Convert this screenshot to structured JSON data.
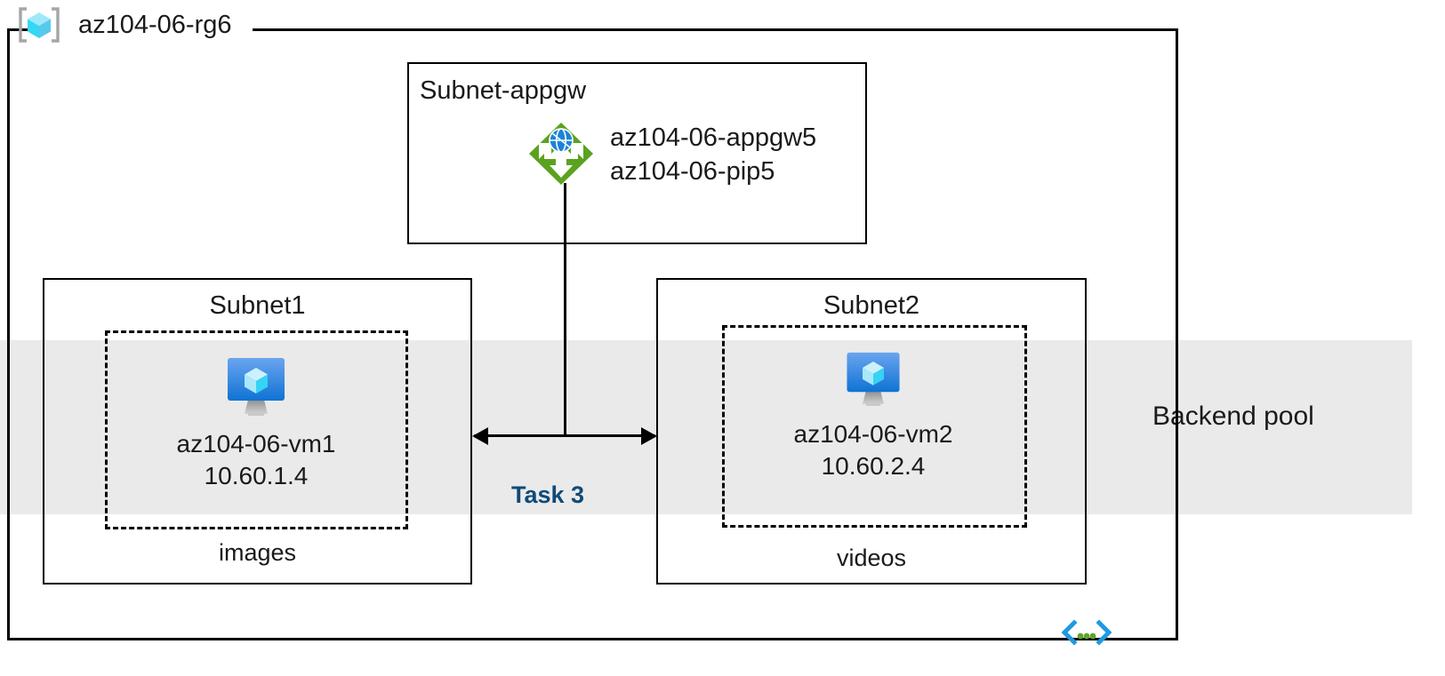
{
  "diagram": {
    "resource_group": {
      "name": "az104-06-rg6",
      "icon": "resource-group-cube-icon"
    },
    "subnet_appgw": {
      "label": "Subnet-appgw",
      "gateway": {
        "icon": "application-gateway-icon",
        "lines": [
          "az104-06-appgw5",
          "az104-06-pip5"
        ]
      }
    },
    "subnet1": {
      "label": "Subnet1",
      "sub_label": "images",
      "vm": {
        "icon": "virtual-machine-icon",
        "name": "az104-06-vm1",
        "ip": "10.60.1.4"
      }
    },
    "subnet2": {
      "label": "Subnet2",
      "sub_label": "videos",
      "vm": {
        "icon": "virtual-machine-icon",
        "name": "az104-06-vm2",
        "ip": "10.60.2.4"
      }
    },
    "backend_pool": {
      "label": "Backend pool",
      "band_color": "#eaeaea"
    },
    "task_marker": {
      "label": "Task 3",
      "color": "#0f4a78"
    },
    "code_icon": {
      "name": "code-brackets-icon",
      "bracket_color": "#1f9ae0",
      "dot_color": "#5ca52b"
    },
    "colors": {
      "appgw_green": "#5aa220",
      "vm_blue": "#2c8ce8",
      "cube_cyan": "#9fe8fb",
      "border": "#000000"
    }
  }
}
